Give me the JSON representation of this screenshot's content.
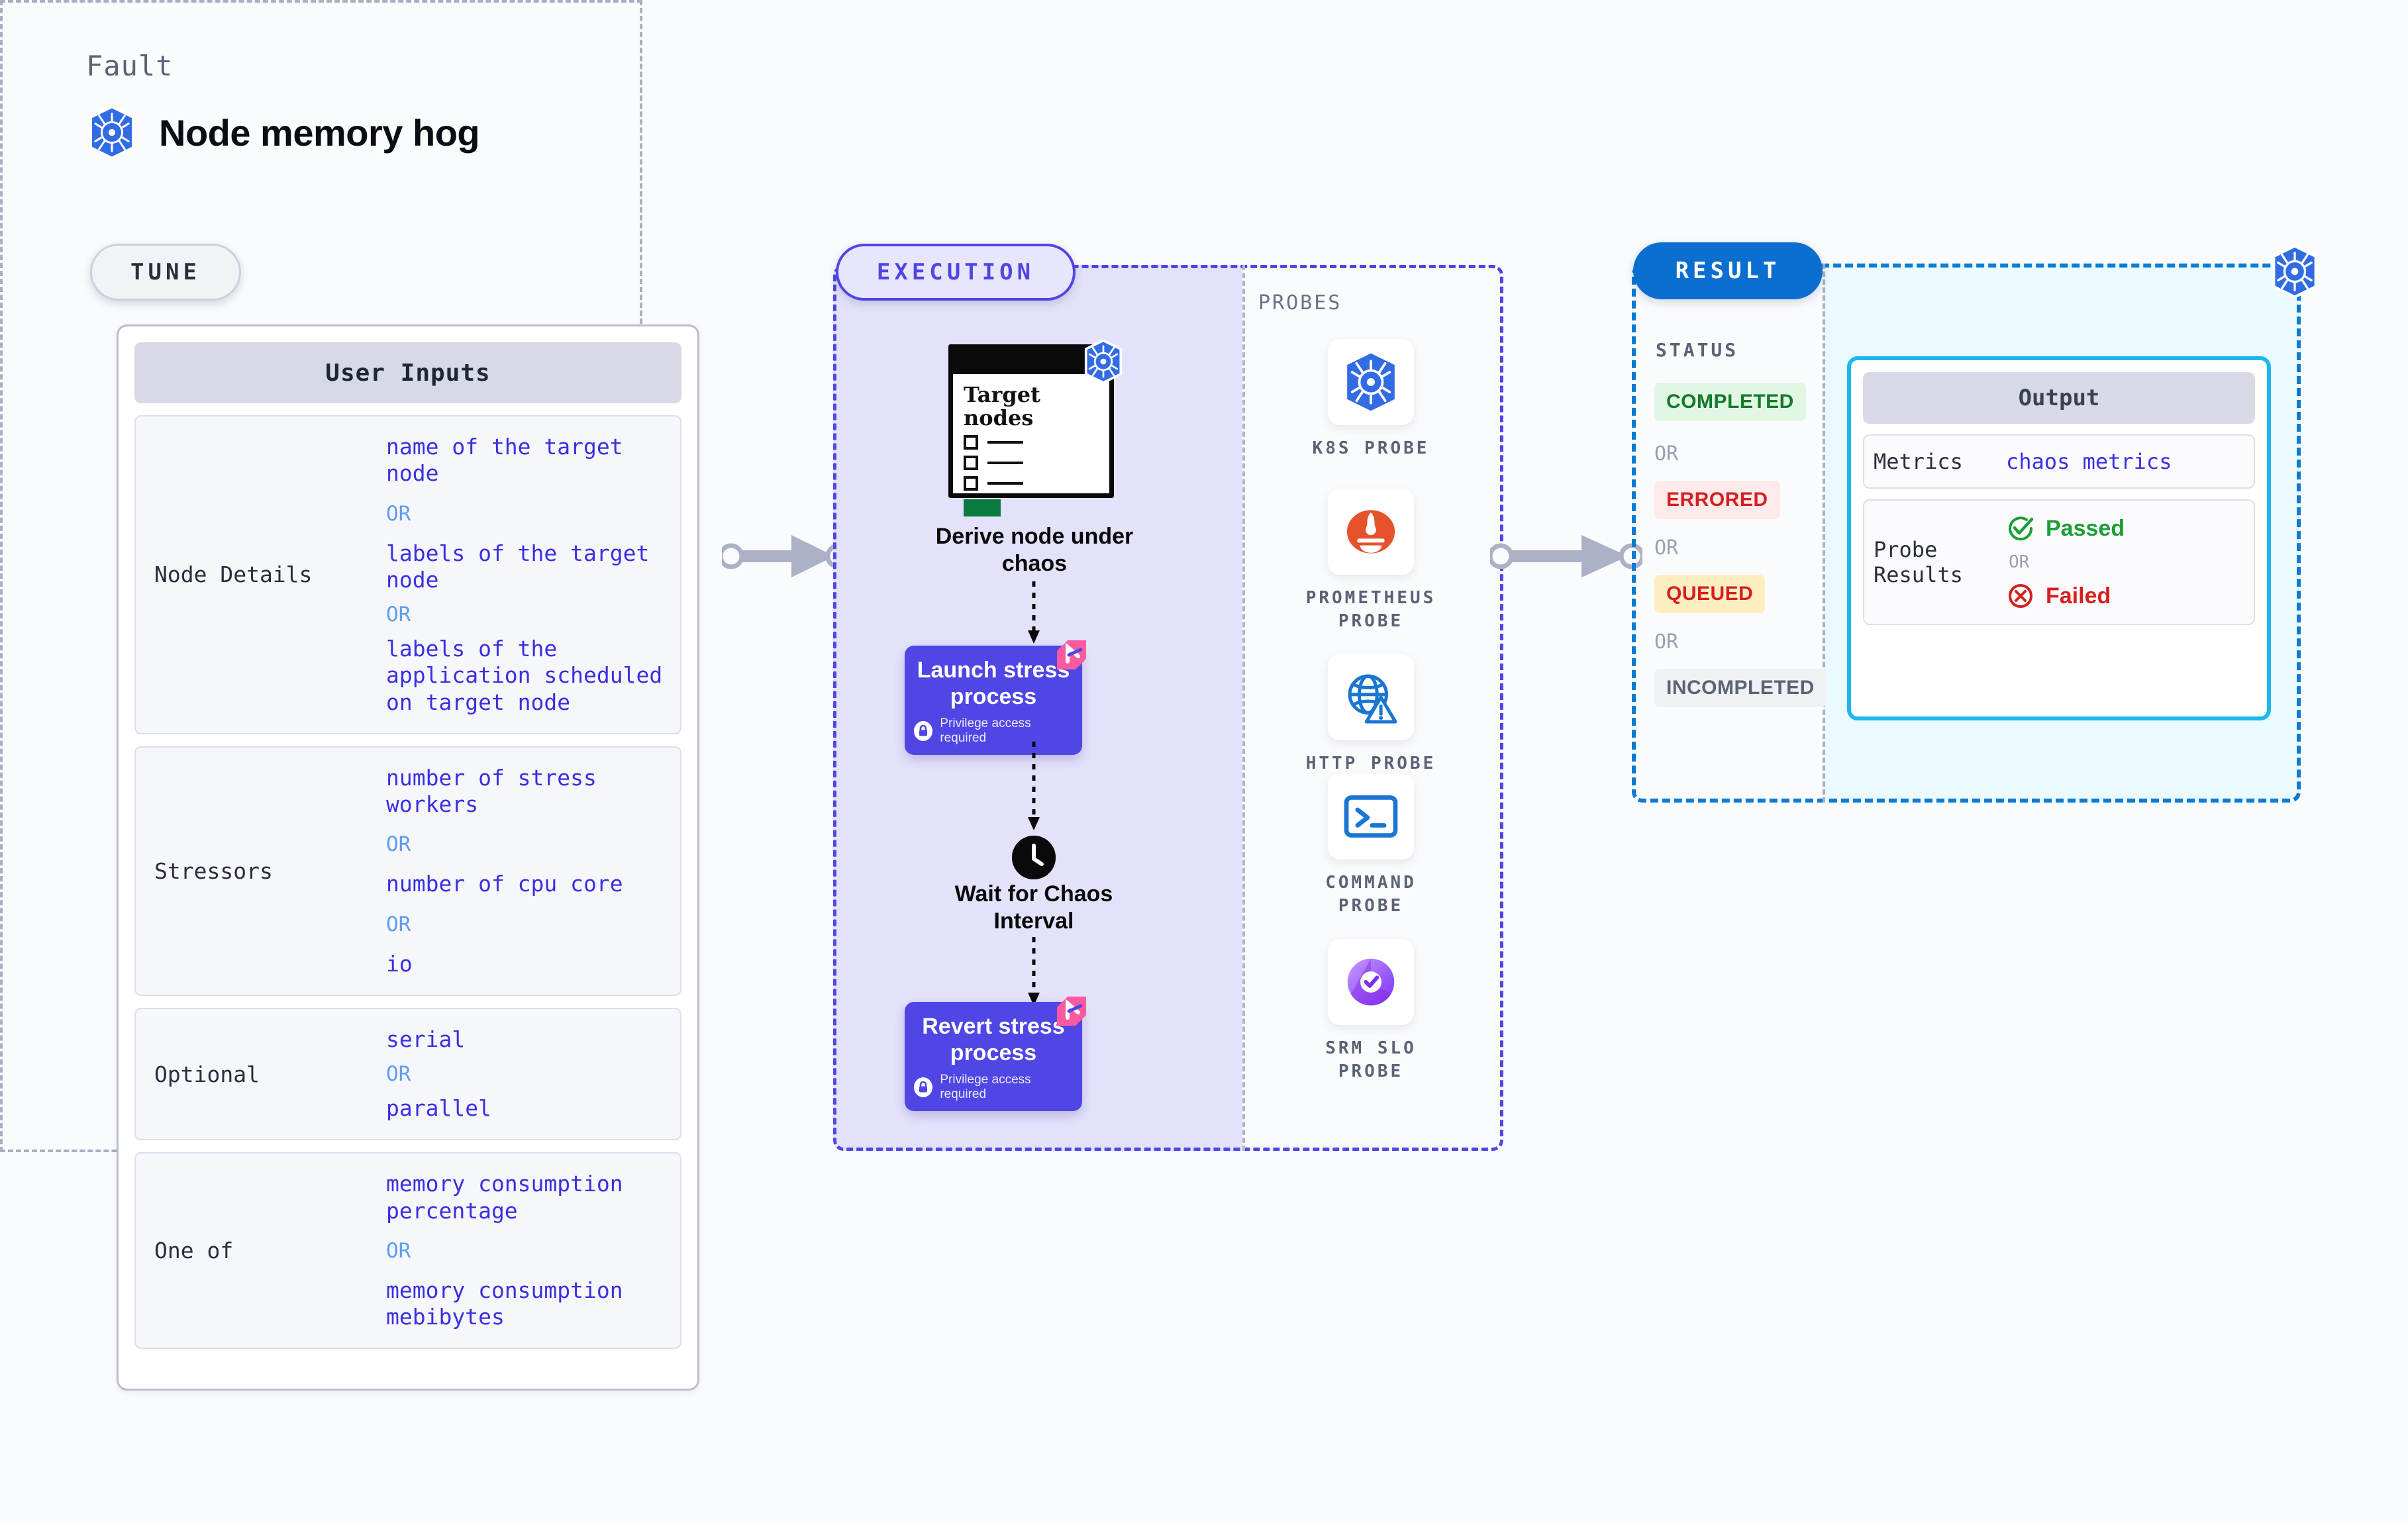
{
  "header": {
    "kicker": "Fault",
    "title": "Node memory hog",
    "icon": "kubernetes-icon"
  },
  "stages": {
    "tune": {
      "pill_label": "TUNE",
      "card_title": "User Inputs",
      "rows": [
        {
          "key": "Node Details",
          "values": [
            "name of the target node",
            "labels of the target node",
            "labels of the application scheduled on target node"
          ],
          "separator": "OR"
        },
        {
          "key": "Stressors",
          "values": [
            "number of stress workers",
            "number of cpu core",
            "io"
          ],
          "separator": "OR"
        },
        {
          "key": "Optional",
          "values": [
            "serial",
            "parallel"
          ],
          "separator": "OR"
        },
        {
          "key": "One of",
          "values": [
            "memory consumption percentage",
            "memory consumption mebibytes"
          ],
          "separator": "OR"
        }
      ]
    },
    "execution": {
      "pill_label": "EXECUTION",
      "probes_label": "PROBES",
      "steps": [
        {
          "type": "node-card",
          "card_title": "Target nodes",
          "caption": "Derive node under chaos",
          "icon": "kubernetes-icon"
        },
        {
          "type": "action",
          "title": "Launch stress process",
          "privilege": "Privilege access required",
          "icon": "lock-icon",
          "ribbon": "harness-ribbon"
        },
        {
          "type": "wait",
          "caption": "Wait for Chaos Interval",
          "icon": "clock-icon"
        },
        {
          "type": "action",
          "title": "Revert stress process",
          "privilege": "Privilege access required",
          "icon": "lock-icon",
          "ribbon": "harness-ribbon"
        }
      ],
      "probes": [
        {
          "name": "K8S PROBE",
          "icon": "kubernetes-icon"
        },
        {
          "name": "PROMETHEUS PROBE",
          "icon": "prometheus-icon"
        },
        {
          "name": "HTTP PROBE",
          "icon": "globe-warning-icon"
        },
        {
          "name": "COMMAND PROBE",
          "icon": "terminal-icon"
        },
        {
          "name": "SRM SLO PROBE",
          "icon": "srm-slo-icon"
        }
      ]
    },
    "result": {
      "pill_label": "RESULT",
      "status_label": "STATUS",
      "separator": "OR",
      "statuses": [
        {
          "label": "COMPLETED",
          "color": "#137a2b",
          "bg": "#e2f7e3"
        },
        {
          "label": "ERRORED",
          "color": "#d61f1f",
          "bg": "#fdeaea"
        },
        {
          "label": "QUEUED",
          "color": "#d61f1f",
          "bg": "#fdeec2"
        },
        {
          "label": "INCOMPLETED",
          "color": "#5c6276",
          "bg": "#eff1f5"
        }
      ],
      "output": {
        "card_title": "Output",
        "rows": [
          {
            "key": "Metrics",
            "value": "chaos metrics"
          },
          {
            "key": "Probe Results",
            "pass_label": "Passed",
            "fail_label": "Failed",
            "separator": "OR"
          }
        ]
      },
      "corner_icon": "kubernetes-icon"
    }
  },
  "colors": {
    "accent_indigo": "#4f46e5",
    "accent_blue": "#0a6fd0",
    "accent_cyan": "#1bb7ef",
    "value_text": "#3a2fe0",
    "or_text": "#5e9df0",
    "pass_green": "#1a9e34",
    "fail_red": "#d61f1f"
  }
}
